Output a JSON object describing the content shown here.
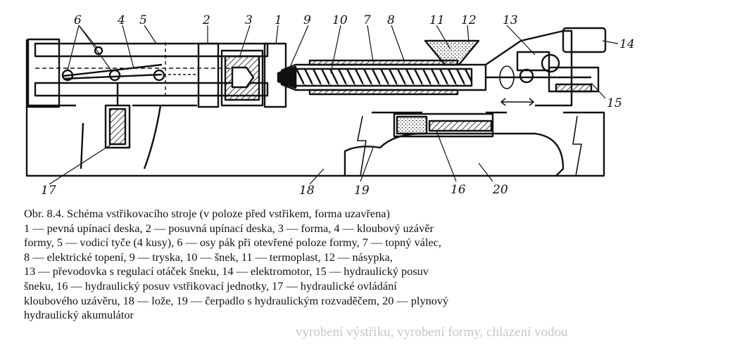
{
  "figure": {
    "callouts": [
      "6",
      "4",
      "5",
      "2",
      "3",
      "1",
      "9",
      "10",
      "7",
      "8",
      "11",
      "12",
      "13",
      "14",
      "15",
      "16",
      "17",
      "18",
      "19",
      "20"
    ]
  },
  "caption": {
    "title": "Obr. 8.4. Schéma vstřikovacího stroje (v poloze před vstřikem, forma uzavřena)",
    "legend": [
      "1 — pevná upínací deska, 2 — posuvná upínací deska, 3 — forma, 4 — kloubový uzávěr",
      "formy, 5 — vodicí tyče (4 kusy), 6 — osy pák při otevřené poloze formy, 7 — topný válec,",
      "8 — elektrické topení, 9 — tryska, 10 — šnek, 11 — termoplast, 12 — násypka,",
      "13 — převodovka s regulací otáček šneku, 14 — elektromotor, 15 — hydraulický posuv",
      "šneku, 16 — hydraulický posuv vstřikovací jednotky, 17 — hydraulické ovládání",
      "kloubového uzávěru, 18 — lože, 19 — čerpadlo s hydraulickým rozvaděčem, 20 — plynový",
      "hydraulický akumulátor"
    ]
  },
  "bleed_text": "vyrobení výstřiku, vyrobení formy, chlazení vodou"
}
